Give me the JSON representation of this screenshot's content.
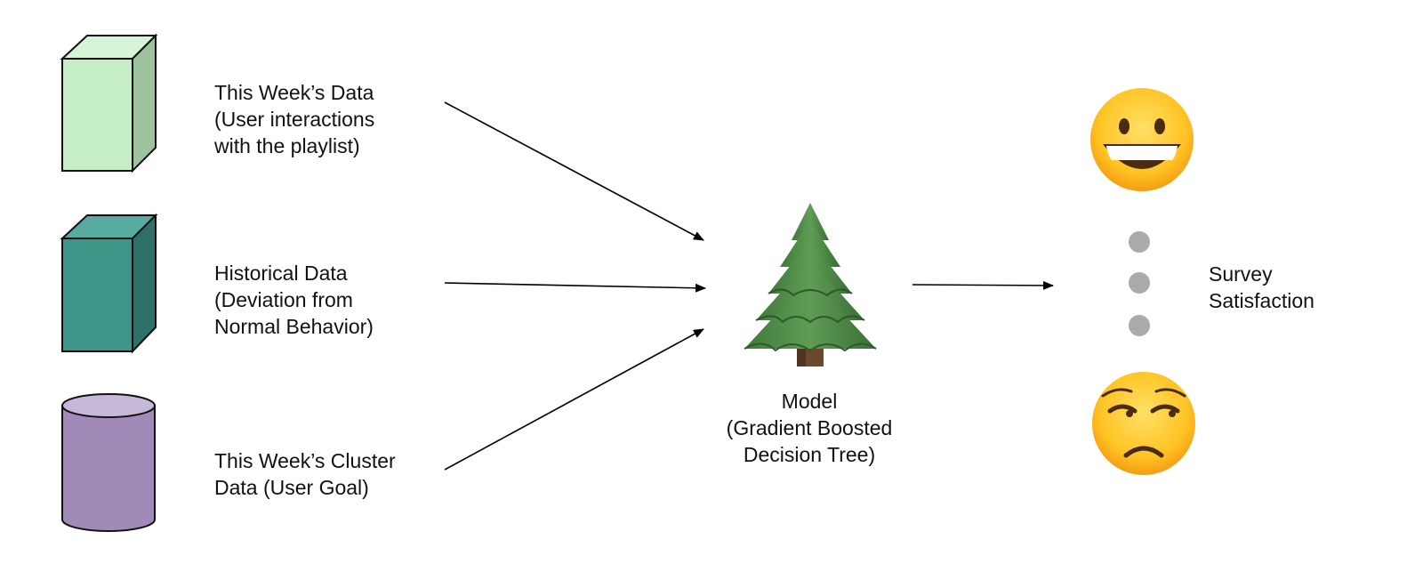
{
  "inputs": [
    {
      "shape": "cube",
      "lines": [
        "This Week’s Data",
        "(User interactions",
        "with the playlist)"
      ],
      "colors": {
        "front": "#c6eec6",
        "side": "#9ec29e",
        "top": "#d6f4d6",
        "stroke": "#111111"
      }
    },
    {
      "shape": "cube",
      "lines": [
        "Historical Data",
        "(Deviation from",
        "Normal Behavior)"
      ],
      "colors": {
        "front": "#3f9488",
        "side": "#2f7068",
        "top": "#57aba1",
        "stroke": "#111111"
      }
    },
    {
      "shape": "cylinder",
      "lines": [
        "This Week’s Cluster",
        "Data (User Goal)"
      ],
      "colors": {
        "body": "#a08ab8",
        "top": "#c8b8d8",
        "stroke": "#111111"
      }
    }
  ],
  "model": {
    "icon": "evergreen-tree-icon",
    "lines": [
      "Model",
      "(Gradient Boosted",
      "Decision Tree)"
    ]
  },
  "outputs": {
    "top_icon": "grinning-face-icon",
    "bottom_icon": "unamused-face-icon",
    "dots_color": "#aaaaaa",
    "lines": [
      "Survey",
      "Satisfaction"
    ]
  },
  "arrow_color": "#000000"
}
